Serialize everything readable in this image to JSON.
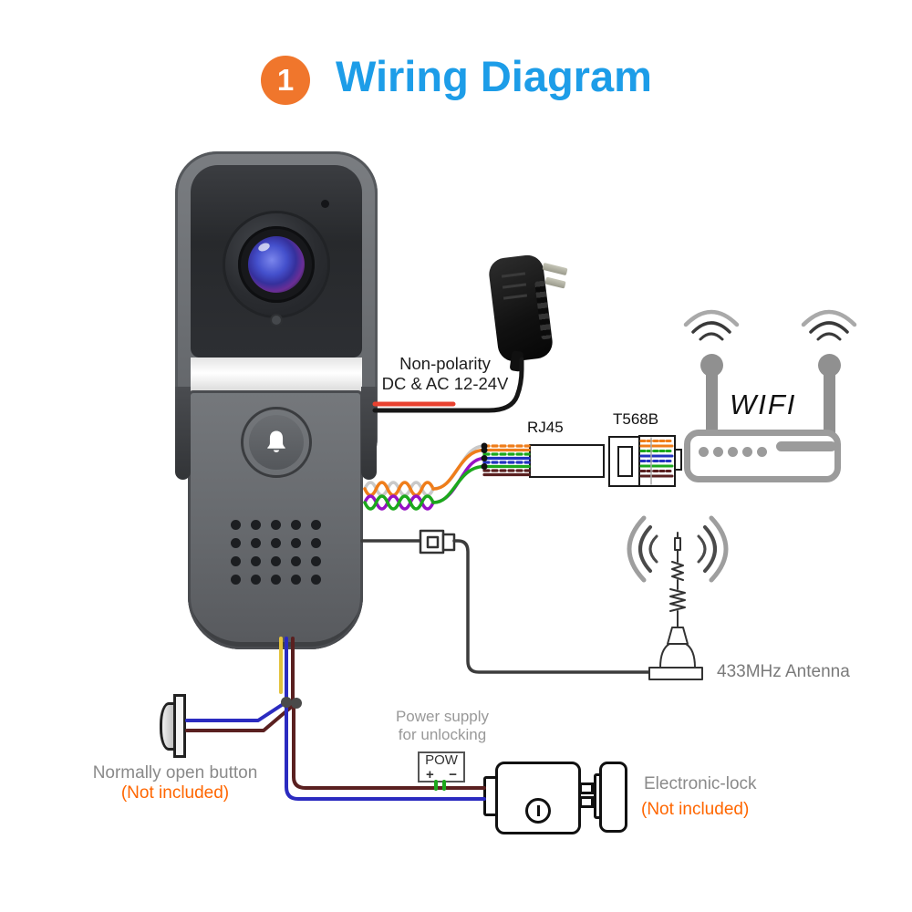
{
  "title": {
    "badge": "1",
    "text": "Wiring Diagram"
  },
  "adapter": {
    "label_line1": "Non-polarity",
    "label_line2": "DC & AC 12-24V"
  },
  "network": {
    "rj45": "RJ45",
    "t568b": "T568B",
    "wifi": "WIFI"
  },
  "antenna433": {
    "label": "433MHz Antenna"
  },
  "open_button": {
    "label": "Normally open button",
    "note": "(Not included)"
  },
  "unlock_power": {
    "label_line1": "Power supply",
    "label_line2": "for unlocking",
    "box_label": "POW",
    "plus": "+",
    "minus": "−"
  },
  "lock": {
    "label": "Electronic-lock",
    "note": "(Not included)"
  },
  "colors": {
    "badge_orange": "#F0762C",
    "title_blue": "#1D9DE8",
    "note_orange": "#FF6600",
    "label_gray": "#8A8A8A",
    "router_gray": "#9B9B9B",
    "wire_red": "#E8412F",
    "wire_black": "#161616",
    "wire_yellow": "#E3C23C",
    "wire_blue": "#2B2BC0",
    "wire_brown": "#5A2020",
    "wire_green": "#1CA81C",
    "wire_purple": "#9712C4",
    "wire_orange": "#EF7D1A"
  }
}
